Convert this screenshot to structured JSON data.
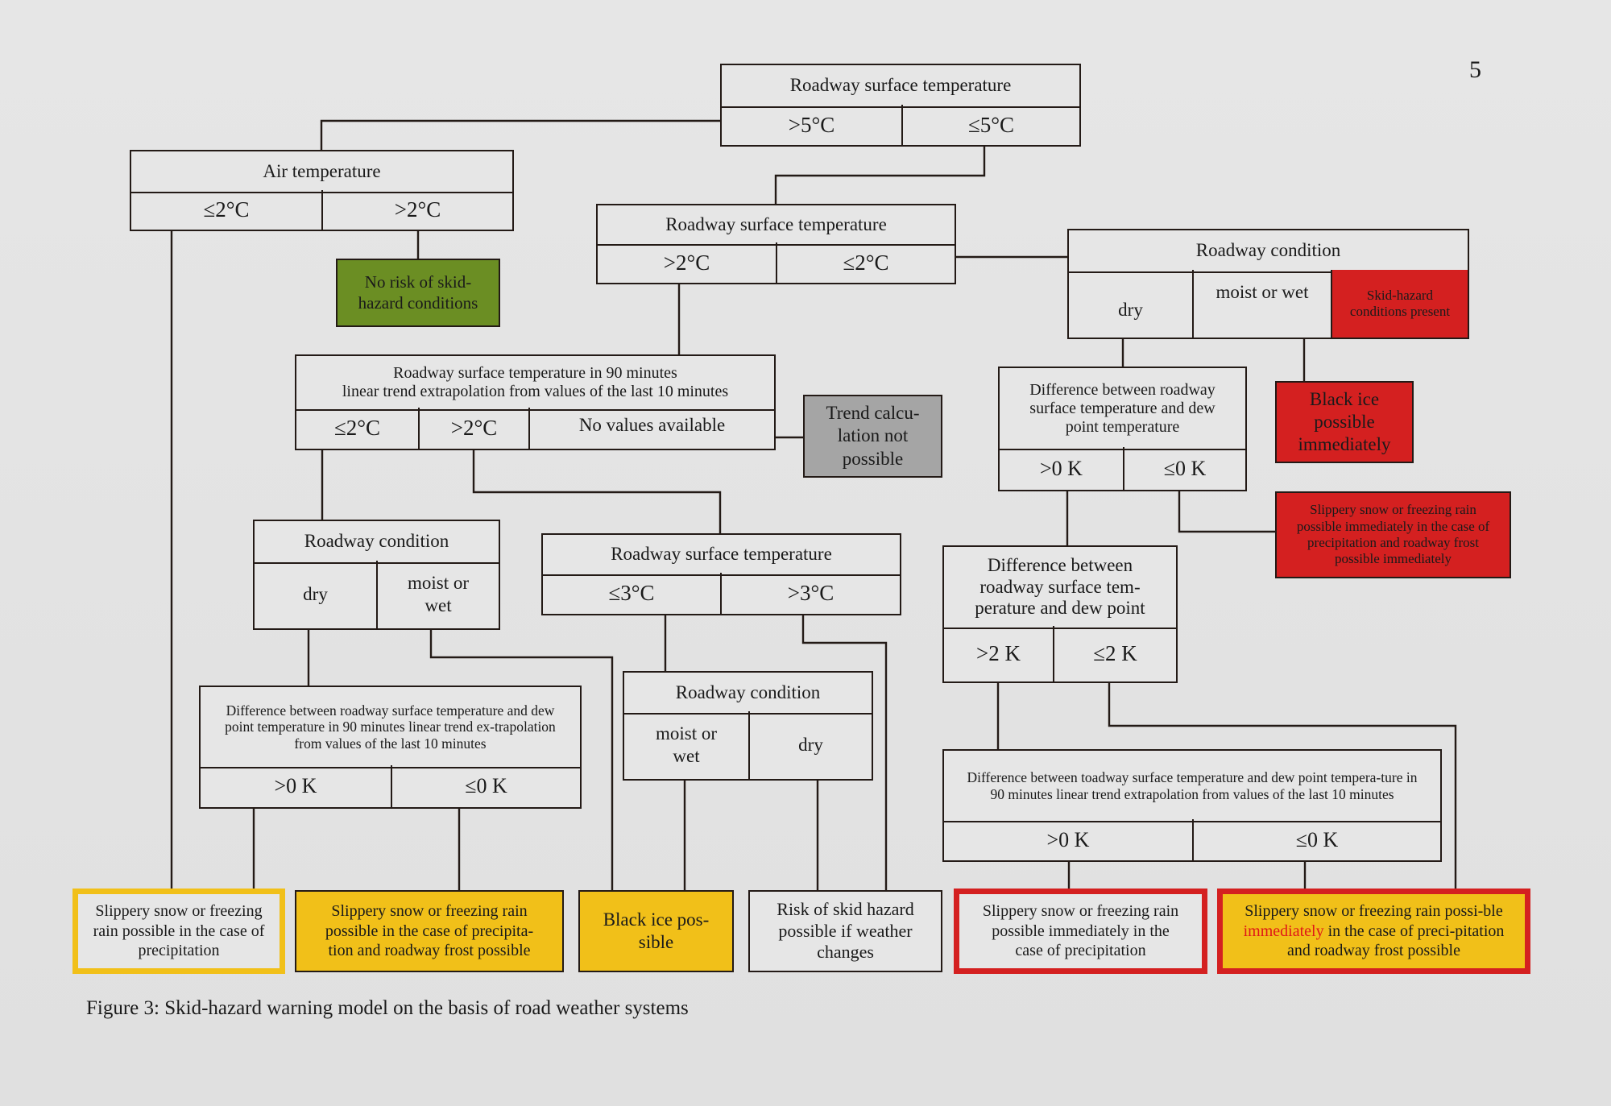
{
  "page_number": "5",
  "caption": "Figure 3:  Skid-hazard warning model on the basis of road weather systems",
  "colors": {
    "green": "#6b8e23",
    "grey": "#a5a5a5",
    "red": "#d42020",
    "yellow": "#f1c019",
    "line": "#231a16",
    "highlight_text": "#e01818"
  },
  "decisions": {
    "rst_top": {
      "title": "Roadway surface temperature",
      "options": [
        ">5°C",
        "≤5°C"
      ]
    },
    "air_temp": {
      "title": "Air temperature",
      "options": [
        "≤2°C",
        ">2°C"
      ]
    },
    "rst_2": {
      "title": "Roadway surface temperature",
      "options": [
        ">2°C",
        "≤2°C"
      ]
    },
    "road_cond_right": {
      "title": "Roadway condition",
      "options": [
        "dry",
        "moist or wet"
      ],
      "outcome_cell": "Skid-hazard conditions present"
    },
    "rst_trend": {
      "title_line1": "Roadway surface temperature in 90 minutes",
      "title_line2": "linear trend extrapolation from values of the last 10 minutes",
      "options": [
        "≤2°C",
        ">2°C",
        "No values available"
      ]
    },
    "dew_diff_right": {
      "title": "Difference between roadway surface temperature and dew point temperature",
      "options": [
        ">0 K",
        "≤0 K"
      ]
    },
    "road_cond_left": {
      "title": "Roadway condition",
      "options": [
        "dry",
        "moist or wet"
      ]
    },
    "rst_3": {
      "title": "Roadway surface temperature",
      "options": [
        "≤3°C",
        ">3°C"
      ]
    },
    "dew_diff_2": {
      "title": "Difference between roadway surface tem-perature and dew point",
      "options": [
        ">2 K",
        "≤2 K"
      ]
    },
    "road_cond_mid": {
      "title": "Roadway condition",
      "options": [
        "moist or wet",
        "dry"
      ]
    },
    "dew_trend_left": {
      "title": "Difference between roadway surface temperature and dew point temperature in 90 minutes linear trend ex-trapolation from values of the last 10 minutes",
      "options": [
        ">0 K",
        "≤0 K"
      ]
    },
    "dew_trend_right": {
      "title": "Difference between toadway surface temperature and dew point tempera-ture in 90 minutes linear trend extrapolation from values of the last 10 minutes",
      "options": [
        ">0 K",
        "≤0 K"
      ]
    }
  },
  "outcomes": {
    "no_risk": "No risk of skid-hazard conditions",
    "trend_not_possible": "Trend calcu-lation not possible",
    "black_ice_immediately": "Black ice possible immediately",
    "slippery_red": "Slippery snow or freezing rain possible immediately in the case of precipitation and roadway frost possible immediately",
    "bottom": [
      {
        "text": "Slippery snow or freezing rain possible in the case of precipitation"
      },
      {
        "text": "Slippery snow or freezing  rain possible in the case of precipita-tion and roadway frost possible"
      },
      {
        "text": "Black ice pos-sible"
      },
      {
        "text": "Risk of skid hazard possible if weather changes"
      },
      {
        "text": "Slippery snow or freezing rain possible immediately in the case of precipitation"
      },
      {
        "text_before": "Slippery snow or freezing rain possi-ble",
        "text_highlight": "immediately",
        "text_after": "in the case of preci-pitation and roadway frost  possible"
      }
    ]
  }
}
